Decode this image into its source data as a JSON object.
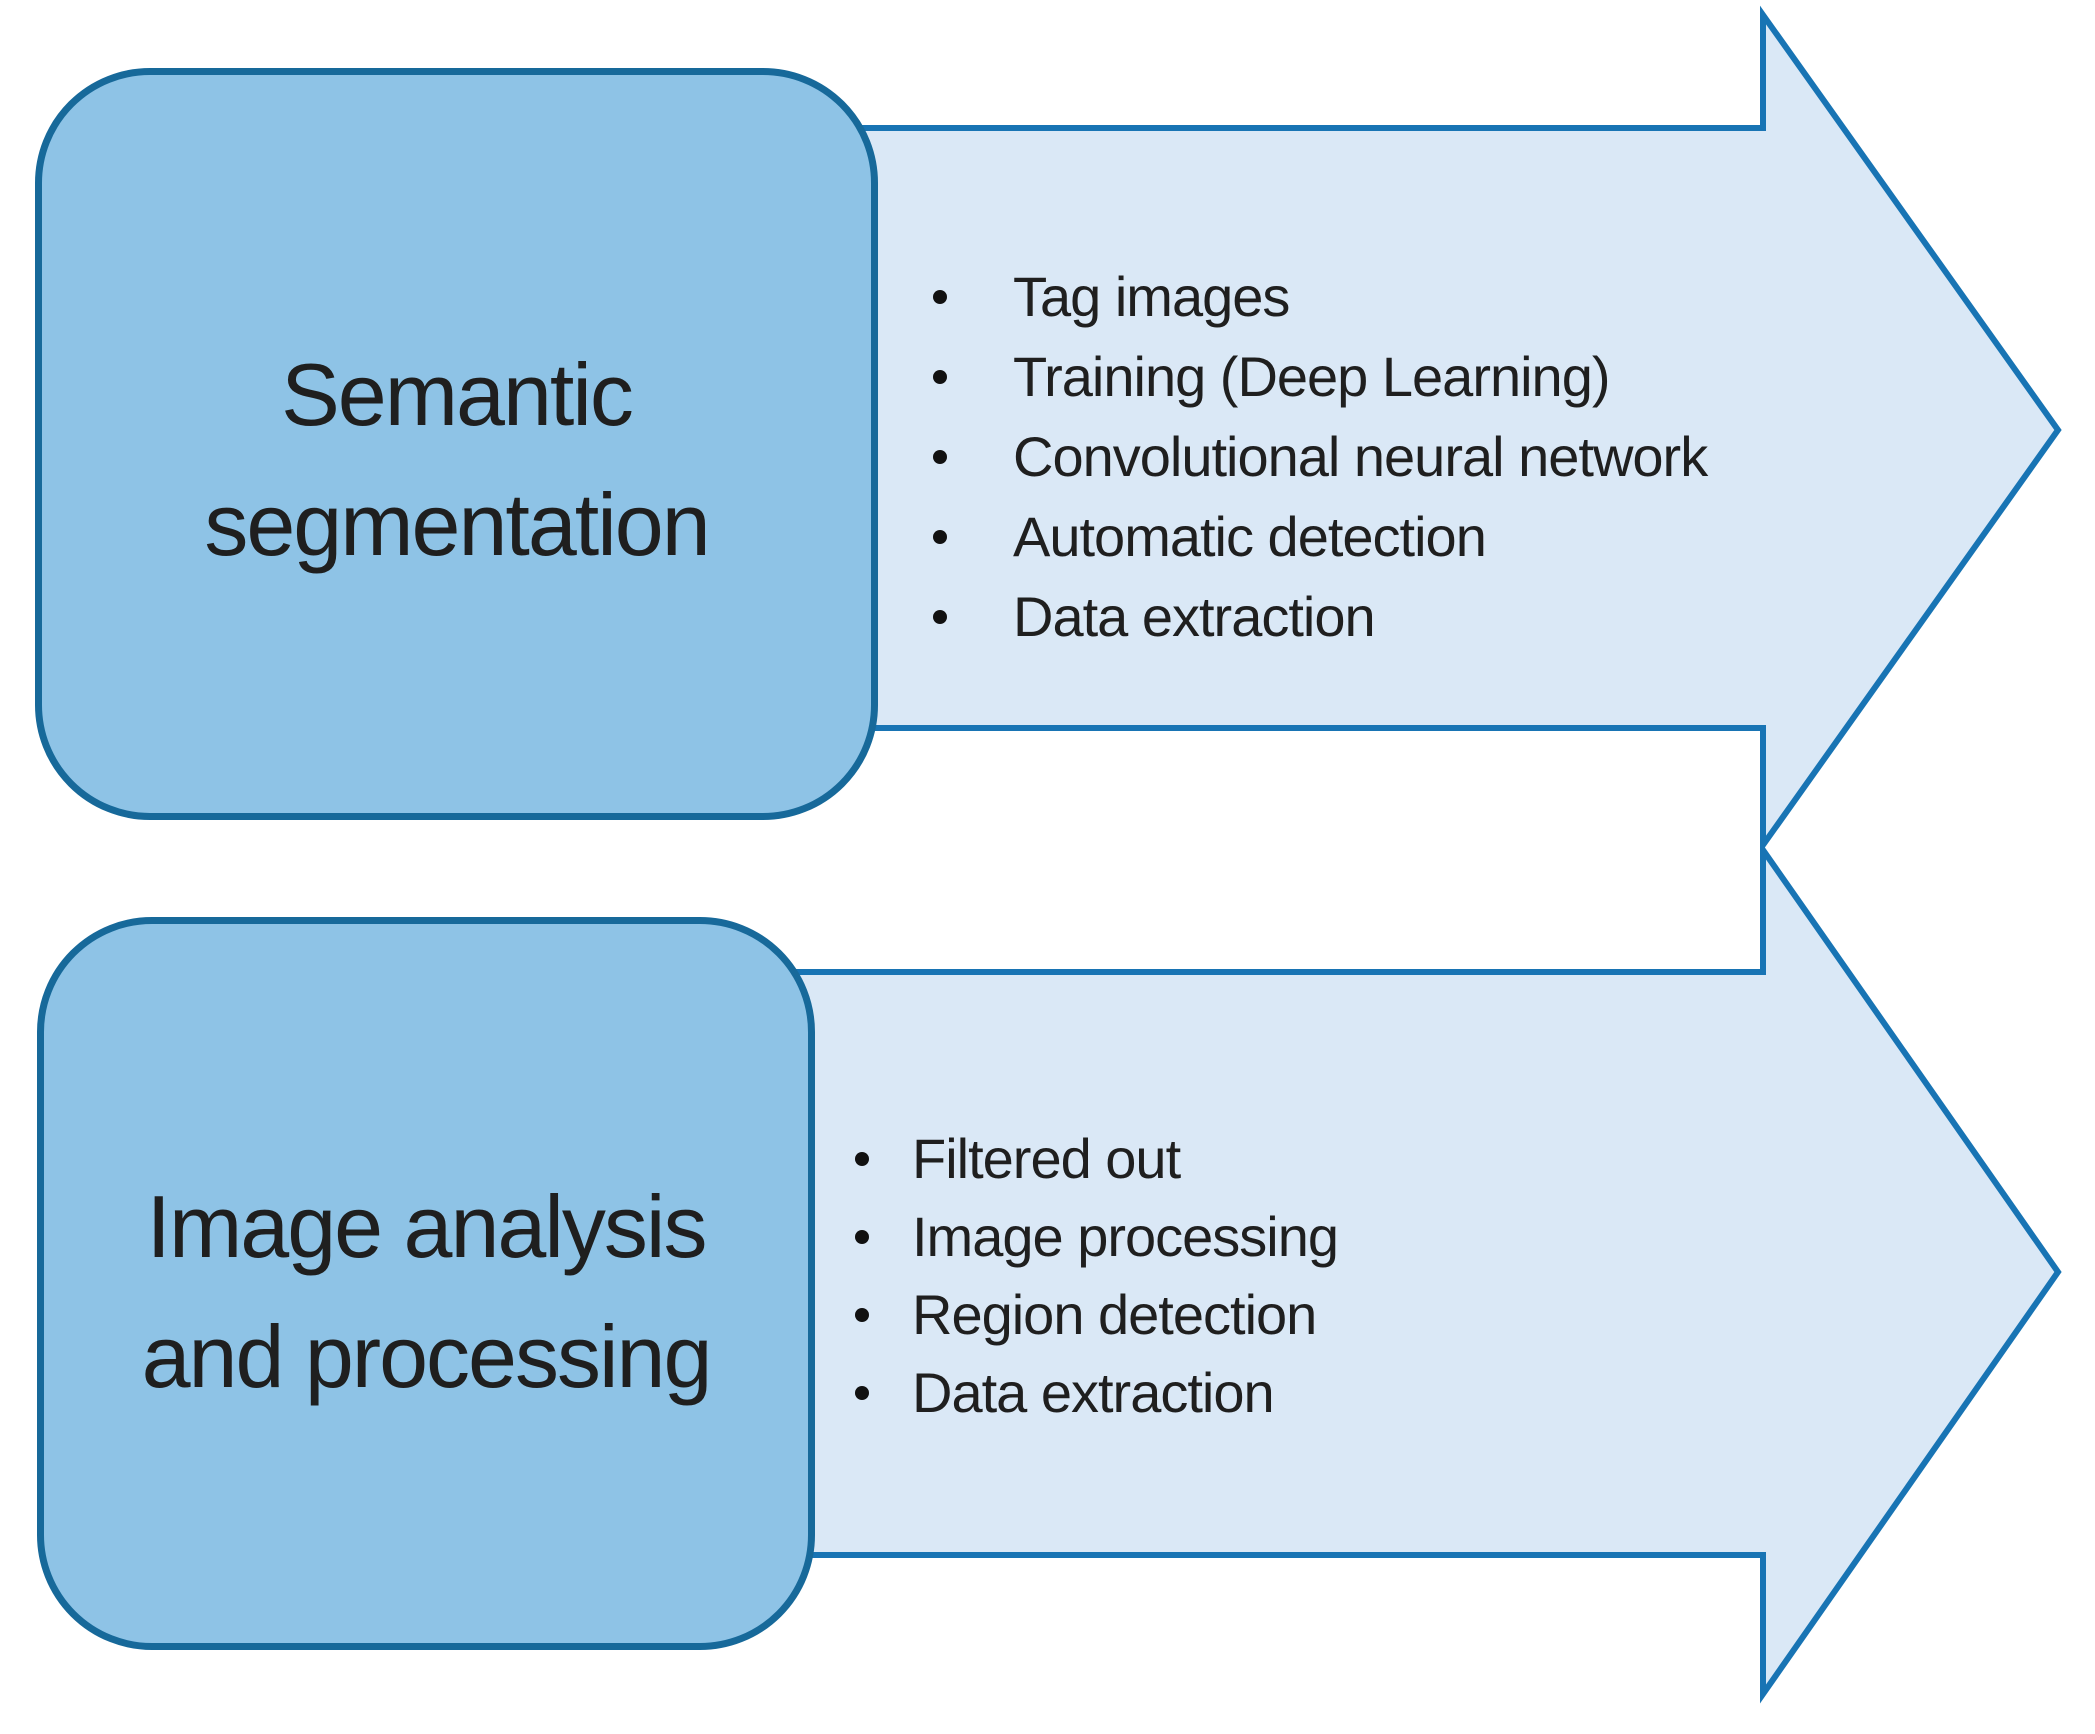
{
  "figure": {
    "type": "process-diagram",
    "background": "#ffffff",
    "colors": {
      "box_fill": "#8ec3e6",
      "box_border": "#17699a",
      "arrow_fill": "#dae8f6",
      "arrow_border": "#1874b4",
      "text": "#1f1f1f",
      "bullet_dot": "#111111"
    },
    "boxes": [
      {
        "id": "semantic-segmentation",
        "title_lines": [
          "Semantic",
          "segmentation"
        ]
      },
      {
        "id": "image-analysis-and-processing",
        "title_lines": [
          "Image analysis",
          "and processing"
        ]
      }
    ],
    "arrows": [
      {
        "id": "semantic-segmentation-steps",
        "direction": "right",
        "bullets": [
          "Tag images",
          "Training (Deep Learning)",
          "Convolutional neural network",
          "Automatic detection",
          "Data extraction"
        ]
      },
      {
        "id": "image-analysis-steps",
        "direction": "right",
        "bullets": [
          "Filtered out",
          "Image processing",
          "Region detection",
          "Data extraction"
        ]
      }
    ]
  }
}
